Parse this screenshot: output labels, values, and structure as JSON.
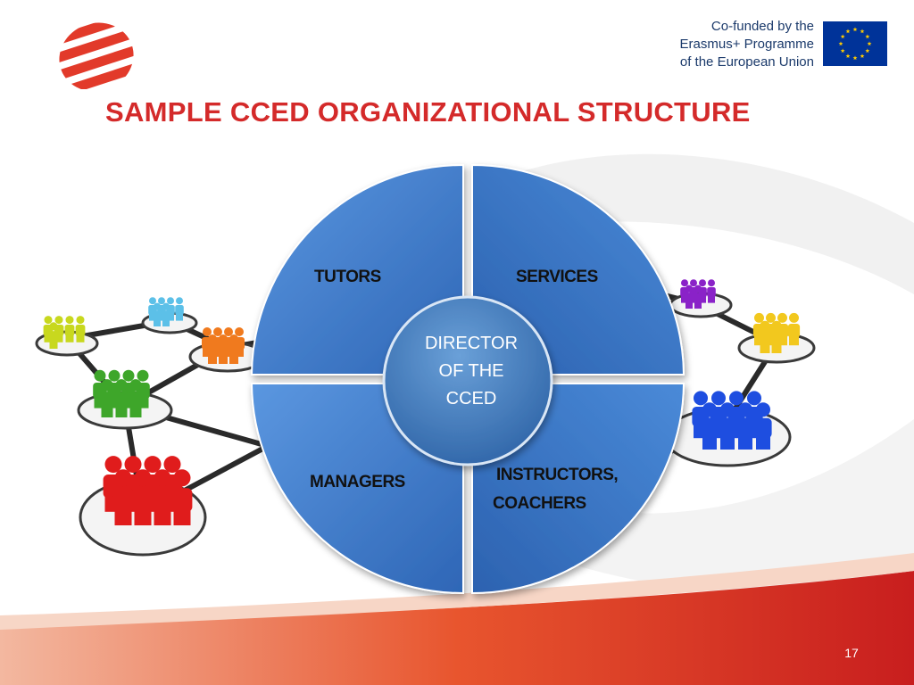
{
  "header": {
    "eu_lines": [
      "Co-funded by the",
      "Erasmus+ Programme",
      "of the European Union"
    ],
    "title": "SAMPLE CCED ORGANIZATIONAL STRUCTURE"
  },
  "diagram": {
    "quadrants": {
      "top_left": "TUTORS",
      "top_right": "SERVICES",
      "bottom_left": "MANAGERS",
      "bottom_right_line1": "INSTRUCTORS,",
      "bottom_right_line2": "COACHERS"
    },
    "center": [
      "DIRECTOR",
      "OF THE",
      "CCED"
    ],
    "colors": {
      "wheel_blue": "#3f7fd0",
      "title_red": "#d42a2a",
      "eu_blue": "#003399",
      "eu_star": "#ffcc00",
      "groups": [
        "#c8d81e",
        "#5cc0e8",
        "#f07a1e",
        "#3ea62a",
        "#e01c1c",
        "#8a22c8",
        "#f2c81e",
        "#1e4ee0"
      ]
    }
  },
  "footer": {
    "page_number": "17"
  }
}
